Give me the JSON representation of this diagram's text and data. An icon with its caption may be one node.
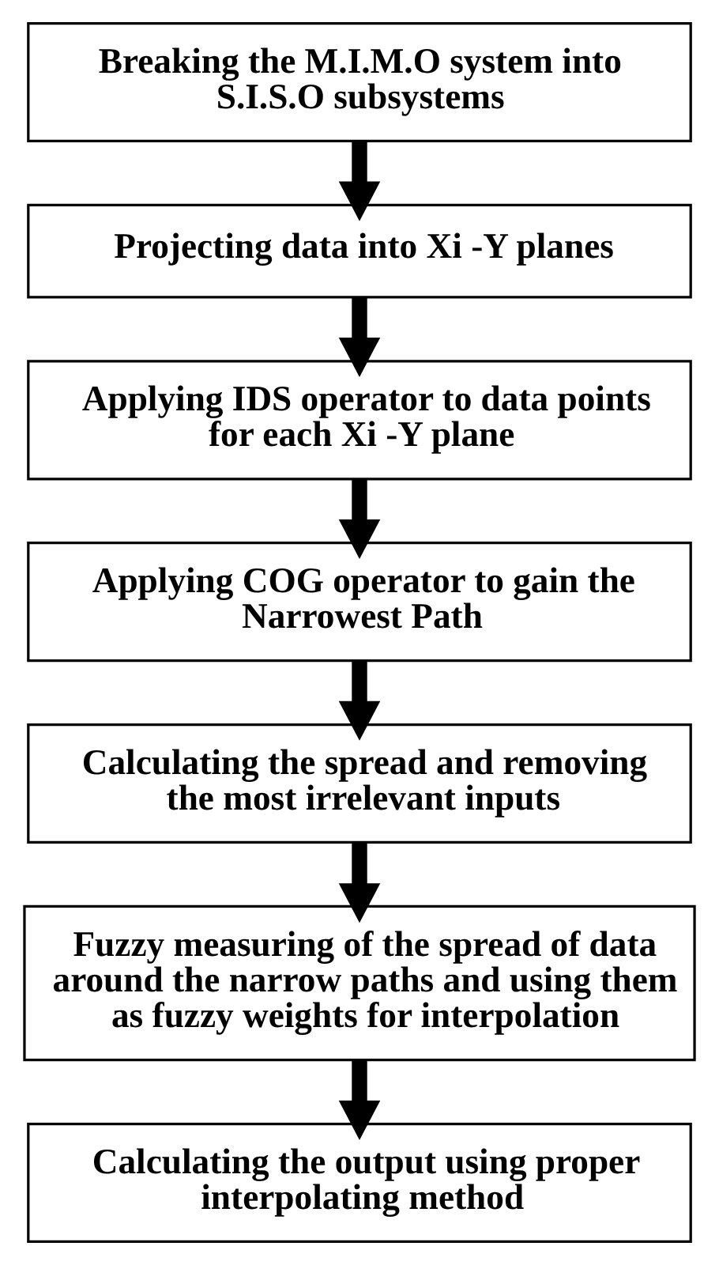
{
  "diagram": {
    "nodes": [
      {
        "text": [
          "Breaking the M.I.M.O system into S.I.S.O subsystems"
        ]
      },
      {
        "text": [
          "Projecting data into Xi -Y planes"
        ]
      },
      {
        "text": [
          "Applying IDS operator to data points for each Xi -Y plane"
        ]
      },
      {
        "text": [
          "Applying COG operator to gain the Narrowest Path"
        ]
      },
      {
        "text": [
          "Calculating the spread and removing the most irrelevant inputs"
        ]
      },
      {
        "text": [
          "Fuzzy measuring of the spread of data around the narrow paths and using them as fuzzy weights for interpolation"
        ]
      },
      {
        "text": [
          "Calculating the output using proper interpolating method"
        ]
      }
    ],
    "edges": [
      {
        "from": 0,
        "to": 1,
        "arrow": "to"
      },
      {
        "from": 1,
        "to": 2,
        "arrow": "to"
      },
      {
        "from": 2,
        "to": 3,
        "arrow": "to"
      },
      {
        "from": 3,
        "to": 4,
        "arrow": "to"
      },
      {
        "from": 4,
        "to": 5,
        "arrow": "to"
      },
      {
        "from": 5,
        "to": 6,
        "arrow": "to"
      }
    ]
  }
}
